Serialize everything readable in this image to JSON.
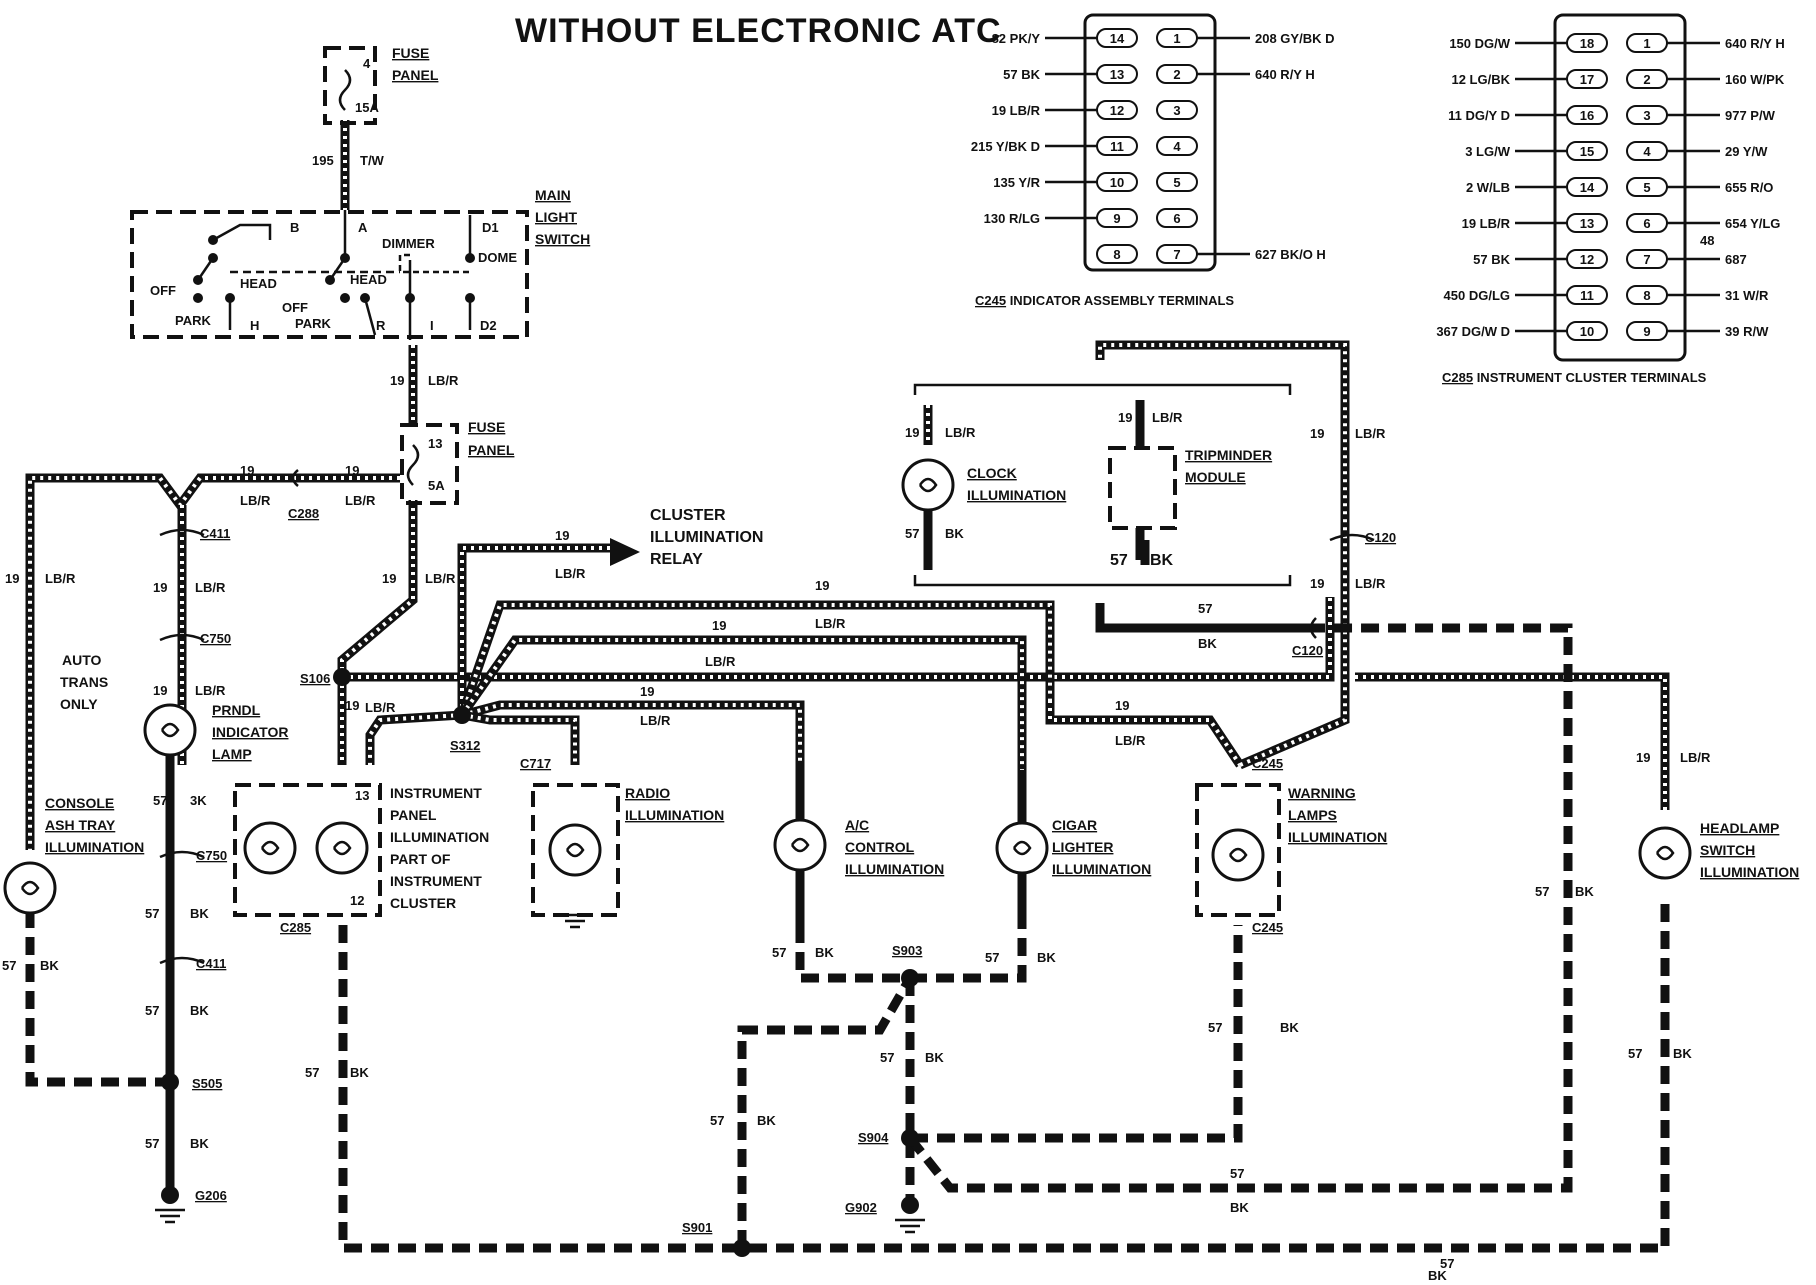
{
  "title": "WITHOUT ELECTRONIC ATC",
  "fuse_panel_top": {
    "label_line1": "FUSE",
    "label_line2": "PANEL",
    "fuse_number": "4",
    "rating": "15A"
  },
  "fuse_panel_mid": {
    "label_line1": "FUSE",
    "label_line2": "PANEL",
    "fuse_number": "13",
    "rating": "5A"
  },
  "main_light_switch": {
    "label_line1": "MAIN",
    "label_line2": "LIGHT",
    "label_line3": "SWITCH",
    "terminal_b": "B",
    "terminal_a": "A",
    "terminal_d1": "D1",
    "terminal_d2": "D2",
    "terminal_h": "H",
    "terminal_r": "R",
    "terminal_i": "I",
    "off_left": "OFF",
    "head_left": "HEAD",
    "park_left": "PARK",
    "off_mid": "OFF",
    "park_mid": "PARK",
    "head_mid": "HEAD",
    "dimmer": "DIMMER",
    "dome": "DOME"
  },
  "wires": {
    "w195": "195",
    "w195_color": "T/W",
    "w19": "19",
    "lbr": "LB/R",
    "w57": "57",
    "bk": "BK",
    "bk_short": "3K"
  },
  "connectors": {
    "c288": "C288",
    "c411a": "C411",
    "c411b": "C411",
    "c750a": "C750",
    "c750b": "C750",
    "c717": "C717",
    "c120a": "C120",
    "c120b": "C120",
    "c245a": "C245",
    "c245b": "C245",
    "c285": "C285"
  },
  "splices": {
    "s106": "S106",
    "s312": "S312",
    "s505": "S505",
    "s901": "S901",
    "s903": "S903",
    "s904": "S904"
  },
  "grounds": {
    "g206": "G206",
    "g902": "G902"
  },
  "auto_trans": {
    "line1": "AUTO",
    "line2": "TRANS",
    "line3": "ONLY"
  },
  "components": {
    "console_ash": {
      "line1": "CONSOLE",
      "line2": "ASH TRAY",
      "line3": "ILLUMINATION"
    },
    "prndl": {
      "line1": "PRNDL",
      "line2": "INDICATOR",
      "line3": "LAMP"
    },
    "instrument_panel": {
      "line1": "INSTRUMENT",
      "line2": "PANEL",
      "line3": "ILLUMINATION",
      "line4": "PART OF",
      "line5": "INSTRUMENT",
      "line6": "CLUSTER",
      "pin13": "13",
      "pin12": "12"
    },
    "radio": {
      "line1": "RADIO",
      "line2": "ILLUMINATION"
    },
    "ac_control": {
      "line1": "A/C",
      "line2": "CONTROL",
      "line3": "ILLUMINATION"
    },
    "cigar": {
      "line1": "CIGAR",
      "line2": "LIGHTER",
      "line3": "ILLUMINATION"
    },
    "warning": {
      "line1": "WARNING",
      "line2": "LAMPS",
      "line3": "ILLUMINATION"
    },
    "headlamp_switch": {
      "line1": "HEADLAMP",
      "line2": "SWITCH",
      "line3": "ILLUMINATION"
    },
    "clock": {
      "line1": "CLOCK",
      "line2": "ILLUMINATION"
    },
    "tripminder": {
      "line1": "TRIPMINDER",
      "line2": "MODULE"
    },
    "cluster_relay": {
      "line1": "CLUSTER",
      "line2": "ILLUMINATION",
      "line3": "RELAY"
    }
  },
  "c245_table": {
    "caption_id": "C245",
    "caption_rest": " INDICATOR  ASSEMBLY TERMINALS",
    "left_pins": [
      "14",
      "13",
      "12",
      "11",
      "10",
      "9",
      "8"
    ],
    "right_pins": [
      "1",
      "2",
      "3",
      "4",
      "5",
      "6",
      "7"
    ],
    "left_labels": [
      "82 PK/Y",
      "57 BK",
      "19 LB/R",
      "215 Y/BK D",
      "135 Y/R",
      "130 R/LG",
      ""
    ],
    "right_labels": [
      "208 GY/BK D",
      "640 R/Y H",
      "",
      "",
      "",
      "",
      "627 BK/O H"
    ]
  },
  "c285_table": {
    "caption_id": "C285",
    "caption_rest": " INSTRUMENT  CLUSTER TERMINALS",
    "left_pins": [
      "18",
      "17",
      "16",
      "15",
      "14",
      "13",
      "12",
      "11",
      "10"
    ],
    "right_pins": [
      "1",
      "2",
      "3",
      "4",
      "5",
      "6",
      "7",
      "8",
      "9"
    ],
    "left_labels": [
      "150 DG/W",
      "12 LG/BK",
      "11 DG/Y D",
      "3 LG/W",
      "2 W/LB",
      "19 LB/R",
      "57 BK",
      "450 DG/LG",
      "367 DG/W D"
    ],
    "right_labels": [
      "640 R/Y H",
      "160 W/PK",
      "977 P/W",
      "29 Y/W",
      "655 R/O",
      "654 Y/LG",
      "687",
      "31 W/R",
      "39 R/W"
    ],
    "extra_label": "48"
  }
}
